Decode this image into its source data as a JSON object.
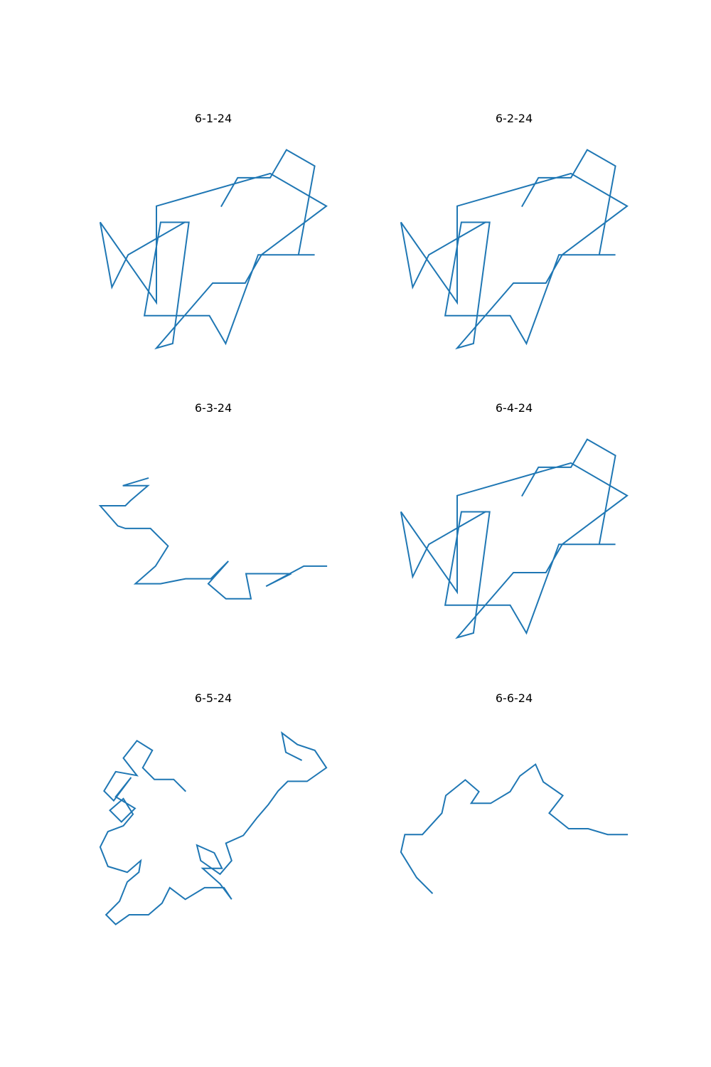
{
  "figure": {
    "line_color": "#1f77b4",
    "background": "#ffffff",
    "axes_visible": false
  },
  "chart_data": [
    {
      "type": "line",
      "title": "6-1-24",
      "x": [
        0,
        0.5,
        1.5,
        2,
        2.87,
        2.37,
        2.87,
        1.13,
        0.13,
        -0.37,
        -2.37,
        -1.87,
        -1,
        -1.5,
        -2,
        -0.27,
        0.73,
        1.23,
        3.23,
        1.5,
        -2,
        -2,
        -3.73,
        -3.37,
        -2.87,
        -1.13
      ],
      "y": [
        0,
        0.87,
        0.87,
        1.73,
        1.23,
        -1.5,
        -1.5,
        -1.5,
        -4.23,
        -3.37,
        -3.37,
        -0.5,
        -0.5,
        -4.23,
        -4.37,
        -2.37,
        -2.37,
        -1.5,
        0,
        1.0,
        0,
        -2.97,
        -0.5,
        -2.5,
        -1.5,
        -0.5
      ]
    },
    {
      "type": "line",
      "title": "6-2-24",
      "x": [
        0,
        0.5,
        1.5,
        2,
        2.87,
        2.37,
        2.87,
        1.13,
        0.13,
        -0.37,
        -2.37,
        -1.87,
        -1,
        -1.5,
        -2,
        -0.27,
        0.73,
        1.23,
        3.23,
        1.5,
        -2,
        -2,
        -3.73,
        -3.37,
        -2.87,
        -1.13
      ],
      "y": [
        0,
        0.87,
        0.87,
        1.73,
        1.23,
        -1.5,
        -1.5,
        -1.5,
        -4.23,
        -3.37,
        -3.37,
        -0.5,
        -0.5,
        -4.23,
        -4.37,
        -2.37,
        -2.37,
        -1.5,
        0,
        1.0,
        0,
        -2.97,
        -0.5,
        -2.5,
        -1.5,
        -0.5
      ]
    },
    {
      "type": "line",
      "title": "6-3-24",
      "x": [
        -0.5,
        -1.5,
        -0.5,
        -1.2,
        -1.4,
        -2.4,
        -1.7,
        -1.4,
        -0.4,
        0.3,
        -0.2,
        -1.0,
        0,
        1.0,
        2.0,
        2.7,
        1.9,
        2.6,
        3.6,
        3.4,
        4.2,
        5.2,
        4.2,
        5.7,
        6.6
      ],
      "y": [
        4.0,
        3.7,
        3.7,
        3.1,
        2.9,
        2.9,
        2.1,
        2.0,
        2.0,
        1.3,
        0.5,
        -0.2,
        -0.2,
        0,
        0,
        0.7,
        -0.2,
        -0.8,
        -0.8,
        0.2,
        0.2,
        0.2,
        -0.3,
        0.5,
        0.5
      ]
    },
    {
      "type": "line",
      "title": "6-4-24",
      "x": [
        0,
        0.5,
        1.5,
        2,
        2.87,
        2.37,
        2.87,
        1.13,
        0.13,
        -0.37,
        -2.37,
        -1.87,
        -1,
        -1.5,
        -2,
        -0.27,
        0.73,
        1.23,
        3.23,
        1.5,
        -2,
        -2,
        -3.73,
        -3.37,
        -2.87,
        -1.13
      ],
      "y": [
        0,
        0.87,
        0.87,
        1.73,
        1.23,
        -1.5,
        -1.5,
        -1.5,
        -4.23,
        -3.37,
        -3.37,
        -0.5,
        -0.5,
        -4.23,
        -4.37,
        -2.37,
        -2.37,
        -1.5,
        0,
        1.0,
        0,
        -2.97,
        -0.5,
        -2.5,
        -1.5,
        -0.5
      ]
    },
    {
      "type": "line",
      "title": "6-5-24",
      "x": [
        0,
        -0.6,
        -1.6,
        -2.2,
        -1.7,
        -2.5,
        -3.2,
        -2.5,
        -3.6,
        -4.2,
        -3.7,
        -2.8,
        -3.6,
        -2.6,
        -3.3,
        -3.9,
        -3.2,
        -2.7,
        -3.2,
        -4.0,
        -4.4,
        -4.0,
        -3.0,
        -2.3,
        -2.4,
        -3.0,
        -3.4,
        -4.1,
        -3.6,
        -2.9,
        -1.9,
        -1.2,
        -0.8,
        0,
        1.0,
        2.0,
        2.4,
        1.8,
        0.9,
        1.9,
        1.5,
        0.6,
        0.8,
        1.8,
        2.4,
        2.1,
        3.0,
        3.7,
        4.3,
        4.8,
        5.3,
        6.3,
        7.3,
        6.7,
        5.8,
        5.0,
        5.2,
        6.0
      ],
      "y": [
        0,
        0.6,
        0.6,
        1.2,
        2.1,
        2.6,
        1.7,
        0.8,
        1.0,
        0,
        -0.5,
        0.7,
        -0.3,
        -0.9,
        -1.6,
        -1.0,
        -0.4,
        -1.2,
        -1.8,
        -2.1,
        -2.9,
        -3.9,
        -4.2,
        -3.6,
        -4.2,
        -4.7,
        -5.7,
        -6.4,
        -6.9,
        -6.4,
        -6.4,
        -5.8,
        -5.0,
        -5.6,
        -5.0,
        -5.0,
        -5.6,
        -4.8,
        -4.0,
        -4.0,
        -3.2,
        -2.8,
        -3.6,
        -4.3,
        -3.6,
        -2.7,
        -2.3,
        -1.4,
        -0.7,
        0,
        0.5,
        0.5,
        1.2,
        2.1,
        2.4,
        3.0,
        2.0,
        1.6
      ]
    },
    {
      "type": "line",
      "title": "6-6-24",
      "x": [
        0,
        -0.8,
        -1.6,
        -1.4,
        -0.5,
        0.5,
        0.7,
        1.7,
        2.4,
        2.0,
        3.0,
        4.0,
        4.5,
        5.3,
        5.7,
        6.7,
        6.0,
        7.0,
        8.0,
        9.0,
        10.0
      ],
      "y": [
        0,
        0.8,
        2.1,
        3.0,
        3.0,
        4.1,
        5.0,
        5.8,
        5.2,
        4.6,
        4.6,
        5.2,
        6.0,
        6.6,
        5.7,
        5.0,
        4.1,
        3.3,
        3.3,
        3.0,
        3.0
      ]
    }
  ]
}
